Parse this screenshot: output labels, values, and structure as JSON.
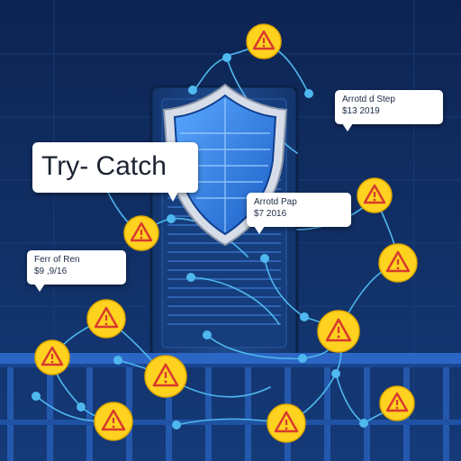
{
  "main_label": "Try- Catch",
  "callouts": [
    {
      "line1": "Arrotd d Step",
      "line2": "$13 2019"
    },
    {
      "line1": "Arrotd Pap",
      "line2": "$7 2016"
    },
    {
      "line1": "Ferr of Ren",
      "line2": "$9 ,9/16"
    }
  ],
  "colors": {
    "background": "#0e2a5c",
    "shield_fill": "#2f7fe0",
    "warning_yellow": "#ffd21f",
    "warning_red": "#d83a2e",
    "connector_blue": "#4fb8ee"
  },
  "icons": {
    "shield": "shield-icon",
    "warning": "warning-icon",
    "server": "server-rack"
  }
}
